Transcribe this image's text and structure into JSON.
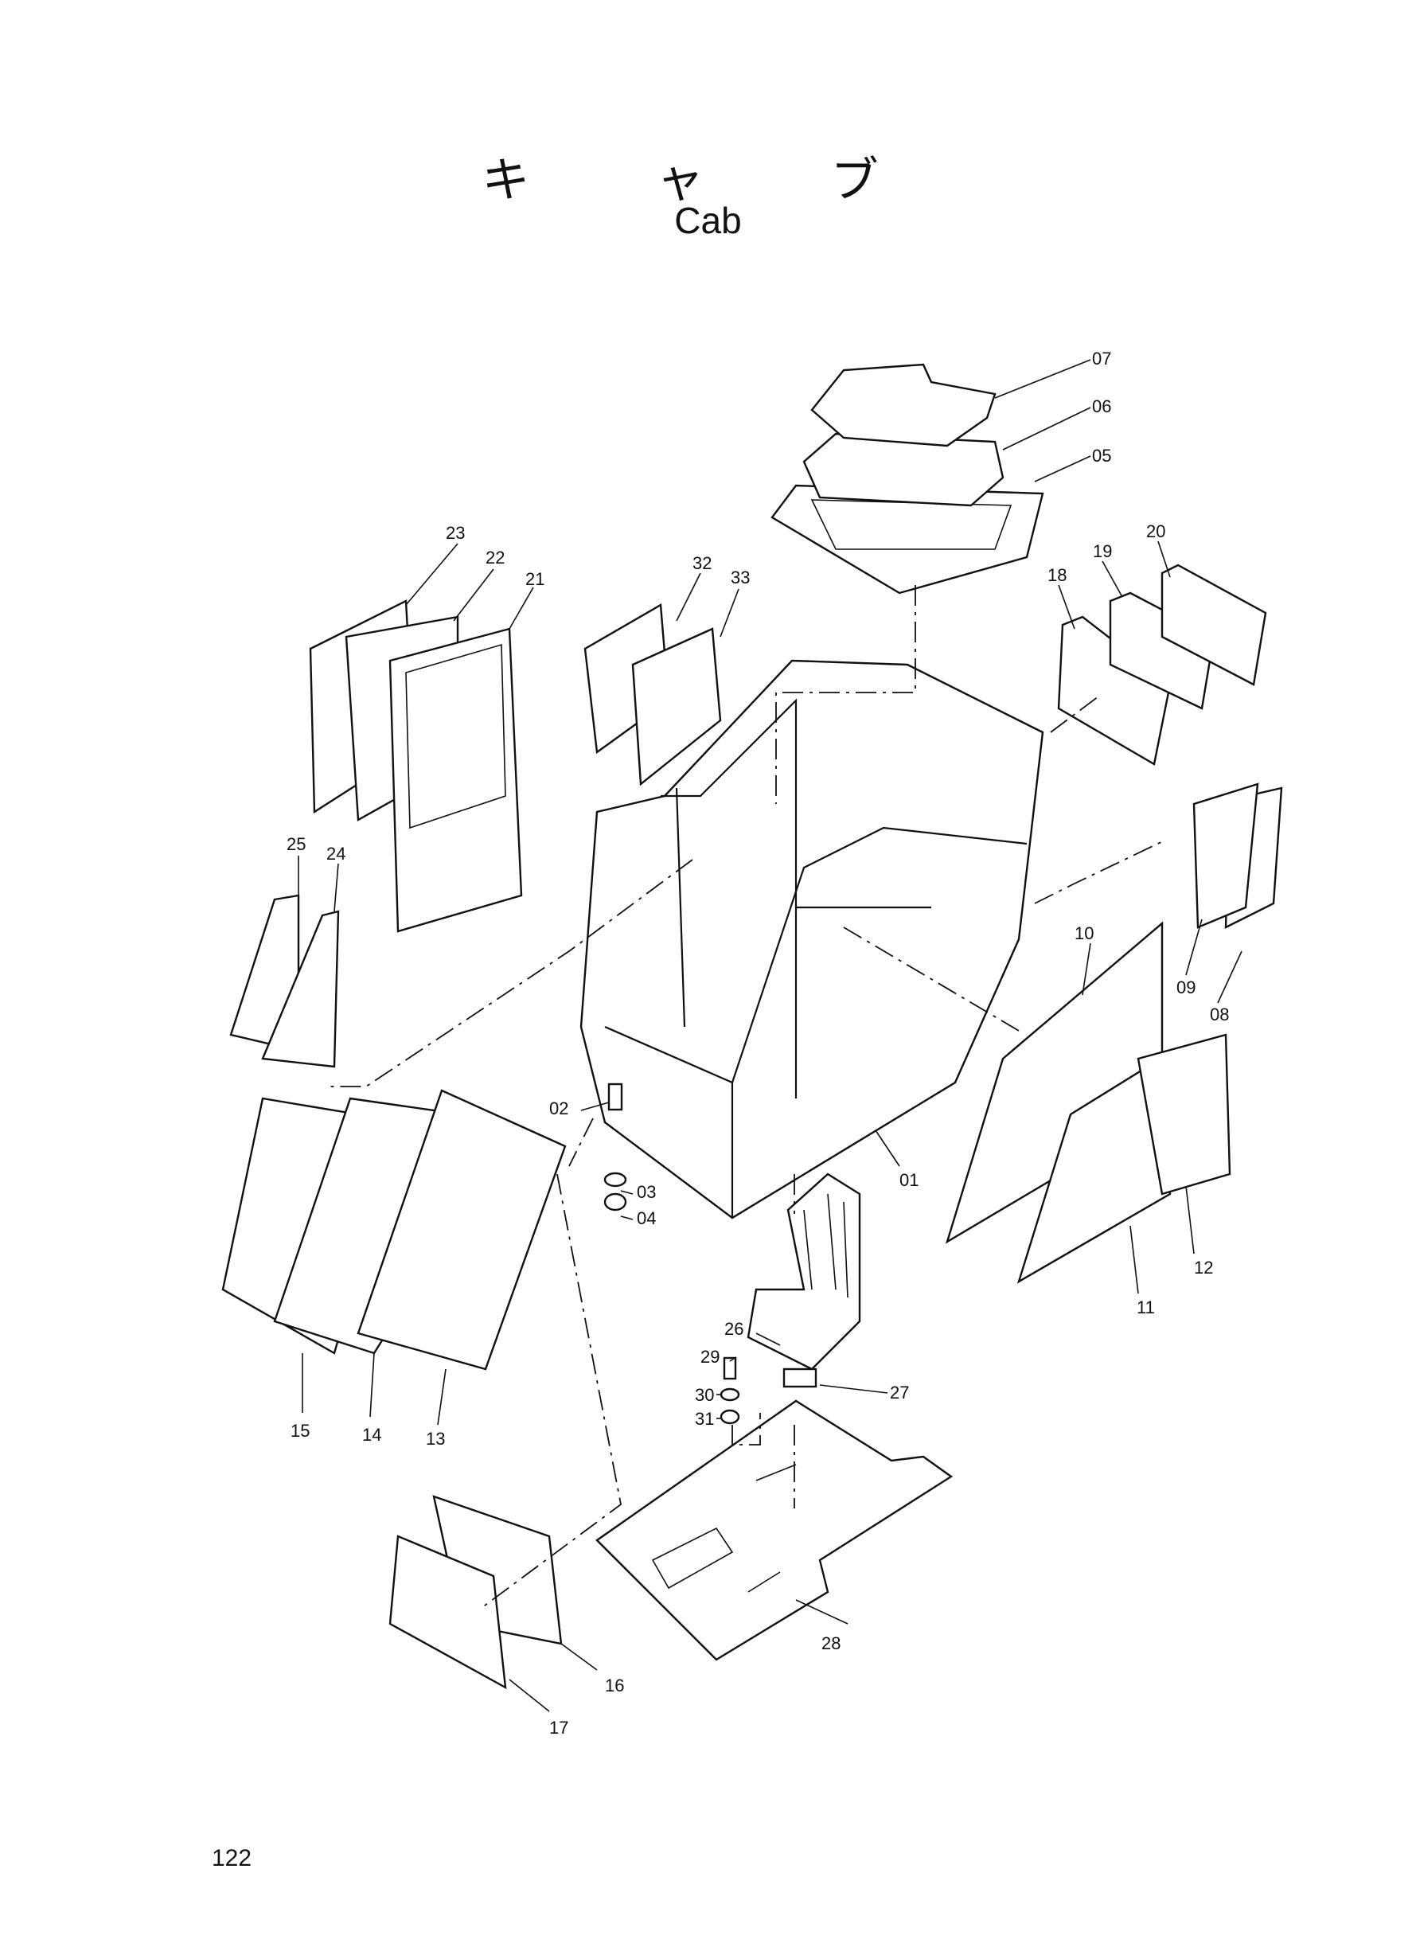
{
  "title": {
    "japanese": "キ ャ ブ",
    "english": "Cab"
  },
  "page_number": "122",
  "callouts": [
    "01",
    "02",
    "03",
    "04",
    "05",
    "06",
    "07",
    "08",
    "09",
    "10",
    "11",
    "12",
    "13",
    "14",
    "15",
    "16",
    "17",
    "18",
    "19",
    "20",
    "21",
    "22",
    "23",
    "24",
    "25",
    "26",
    "27",
    "28",
    "29",
    "30",
    "31",
    "32",
    "33"
  ]
}
